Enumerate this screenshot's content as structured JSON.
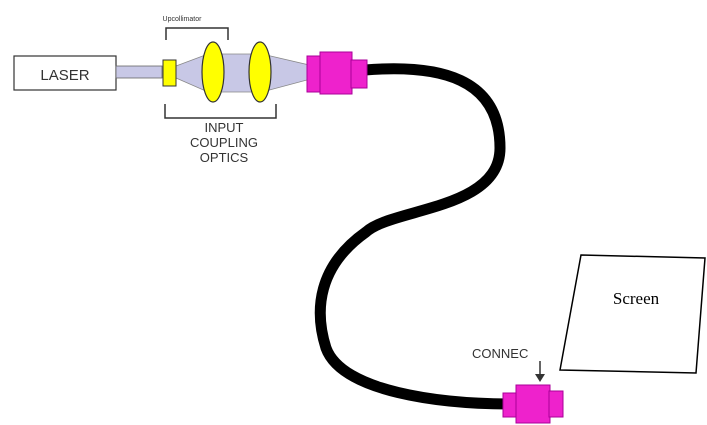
{
  "labels": {
    "laser": "LASER",
    "upcollimator": "Upcollimator",
    "input_coupling": [
      "INPUT",
      "COUPLING",
      "OPTICS"
    ],
    "connector": "CONNEC",
    "screen": "Screen"
  },
  "colors": {
    "connector": "#ee22cc",
    "lens": "#ffff00",
    "beam": "#c8c8e6",
    "fiber": "#000000",
    "outline": "#333333"
  }
}
